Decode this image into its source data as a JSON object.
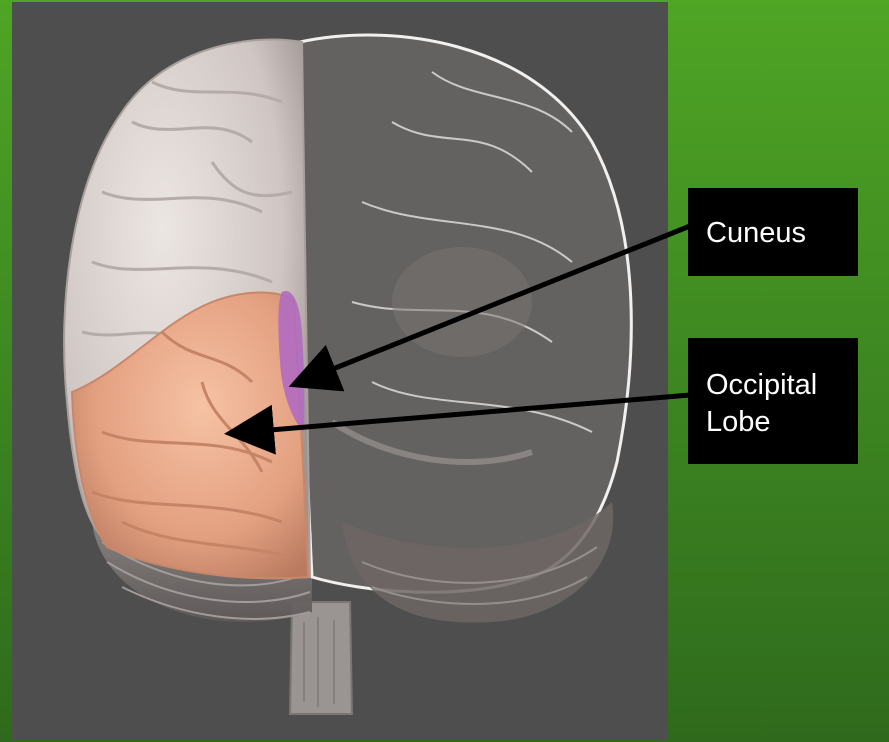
{
  "colors": {
    "background": "#3f8a22",
    "panel": "#4e4e4e",
    "label_box": "#000000",
    "label_text": "#ffffff",
    "cuneus_highlight": "#b06cc0",
    "occipital_highlight": "#e9a888",
    "brain_tissue": "#d9d2cf"
  },
  "labels": {
    "cuneus": "Cuneus",
    "occipital_line1": "Occipital",
    "occipital_line2": "Lobe"
  }
}
